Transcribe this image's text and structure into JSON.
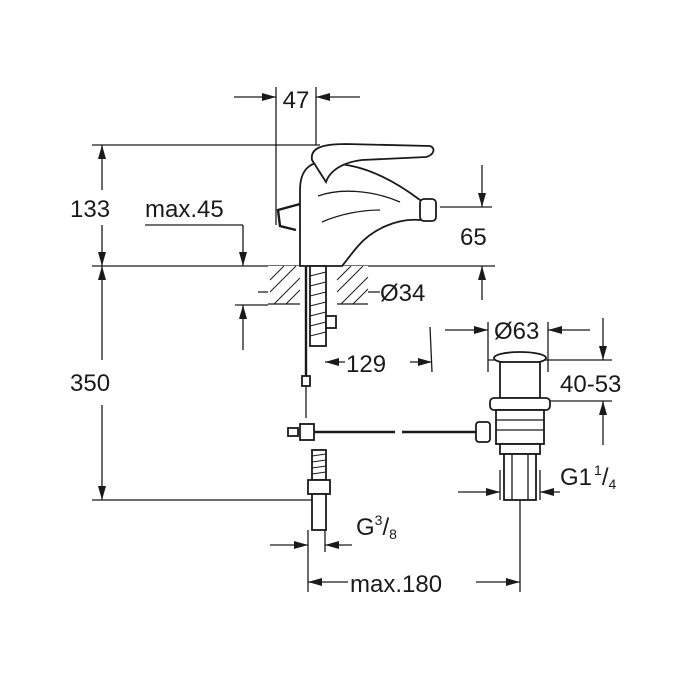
{
  "dimensions": {
    "spout_reach": "47",
    "height_above_deck": "133",
    "max_deck_thickness": "max.45",
    "outlet_height": "65",
    "hole_diameter": "Ø34",
    "below_deck_length": "350",
    "drain_offset": "129",
    "drain_flange": "Ø63",
    "drain_range": "40-53",
    "drain_thread_main": "G1",
    "drain_thread_num": "1",
    "drain_thread_slash": "/",
    "drain_thread_den": "4",
    "supply_thread_main": "G",
    "supply_thread_num": "3",
    "supply_thread_slash": "/",
    "supply_thread_den": "8",
    "max_distance": "max.180"
  }
}
